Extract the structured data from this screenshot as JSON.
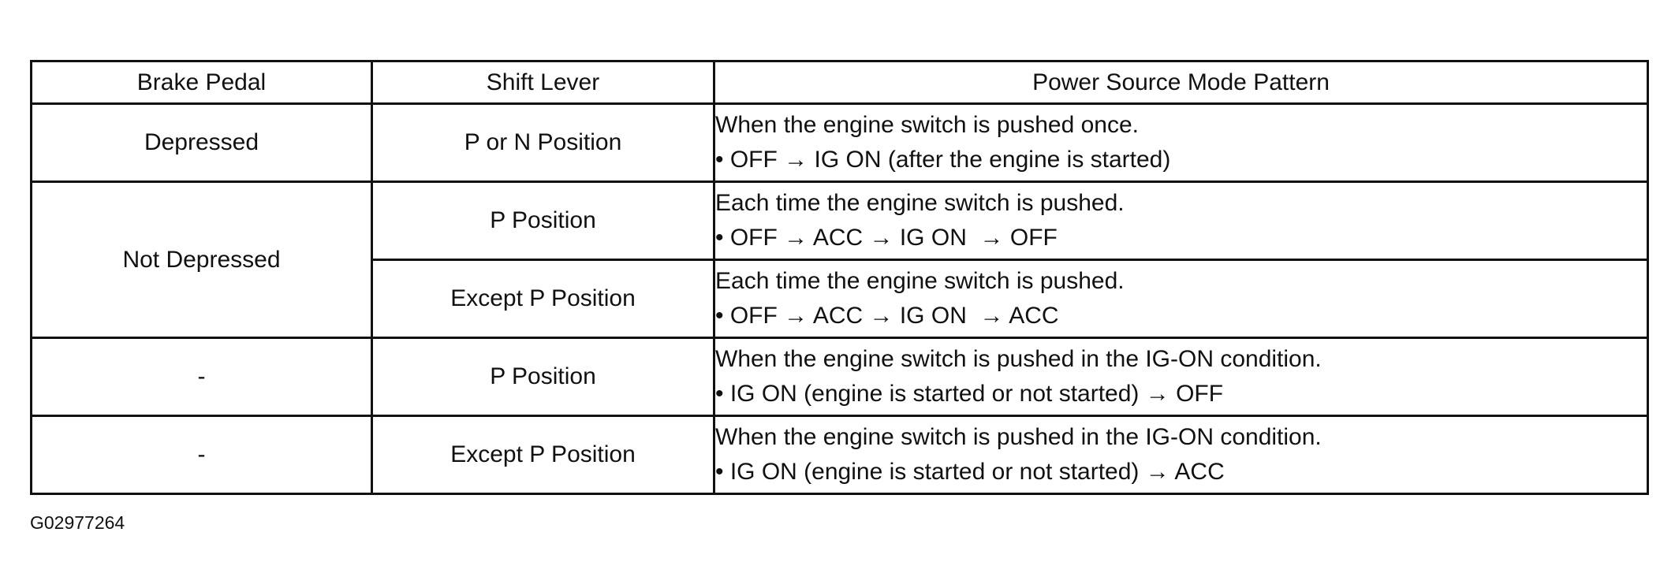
{
  "table": {
    "headers": {
      "brake_pedal": "Brake Pedal",
      "shift_lever": "Shift Lever",
      "pattern": "Power Source Mode Pattern"
    },
    "rows": [
      {
        "brake": "Depressed",
        "shift": "P or N Position",
        "pattern_line1": "When the engine switch is pushed once.",
        "pattern_line2": "• OFF → IG ON (after the engine is started)"
      },
      {
        "brake": "Not Depressed",
        "shift": "P Position",
        "pattern_line1": "Each time the engine switch is pushed.",
        "pattern_line2": "• OFF → ACC → IG ON  → OFF"
      },
      {
        "shift": "Except P Position",
        "pattern_line1": "Each time the engine switch is pushed.",
        "pattern_line2": "• OFF → ACC → IG ON  → ACC"
      },
      {
        "brake": "-",
        "shift": "P Position",
        "pattern_line1": "When the engine switch is pushed in the IG-ON condition.",
        "pattern_line2": "• IG ON (engine is started or not started) → OFF"
      },
      {
        "brake": "-",
        "shift": "Except P Position",
        "pattern_line1": "When the engine switch is pushed in the IG-ON condition.",
        "pattern_line2": "• IG ON (engine is started or not started) → ACC"
      }
    ]
  },
  "figure_id": "G02977264"
}
